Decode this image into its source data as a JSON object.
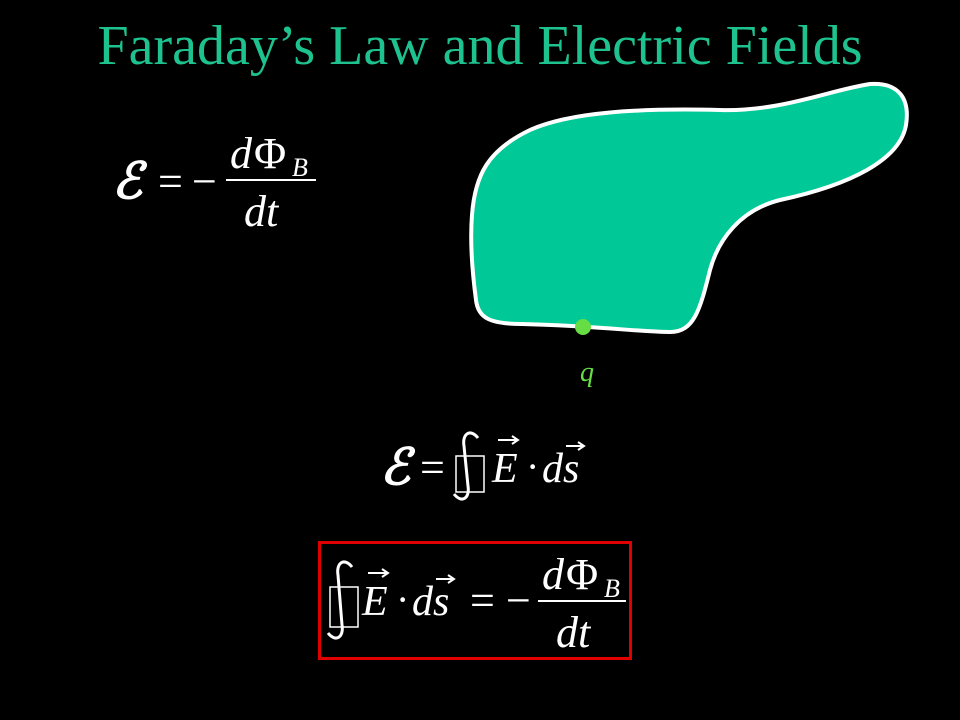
{
  "slide": {
    "title": "Faraday’s Law and Electric Fields",
    "emf_symbol": "ℰ",
    "equals": "=",
    "minus": "−",
    "d": "d",
    "Phi": "Φ",
    "B": "B",
    "dt": "dt",
    "E": "E",
    "dot": "·",
    "ds": "ds",
    "charge_label": "q"
  },
  "colors": {
    "background": "#000000",
    "title": "#1ec28f",
    "shape_fill": "#00c896",
    "shape_stroke": "#ffffff",
    "charge": "#66dd44",
    "box": "#e00000",
    "text": "#ffffff"
  }
}
